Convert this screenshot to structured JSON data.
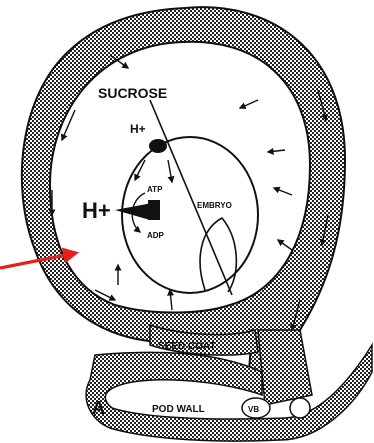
{
  "diagram": {
    "labels": {
      "sucrose": "SUCROSE",
      "h_plus_small": "H+",
      "h_plus_large": "H+",
      "atp": "ATP",
      "adp": "ADP",
      "embryo": "EMBRYO",
      "seed_coat": "SEED COAT",
      "pod_wall": "POD WALL",
      "vb": "VB",
      "panel": "A"
    },
    "colors": {
      "ink": "#111111",
      "pointer_arrow": "#e3211c",
      "background": "#ffffff"
    }
  }
}
